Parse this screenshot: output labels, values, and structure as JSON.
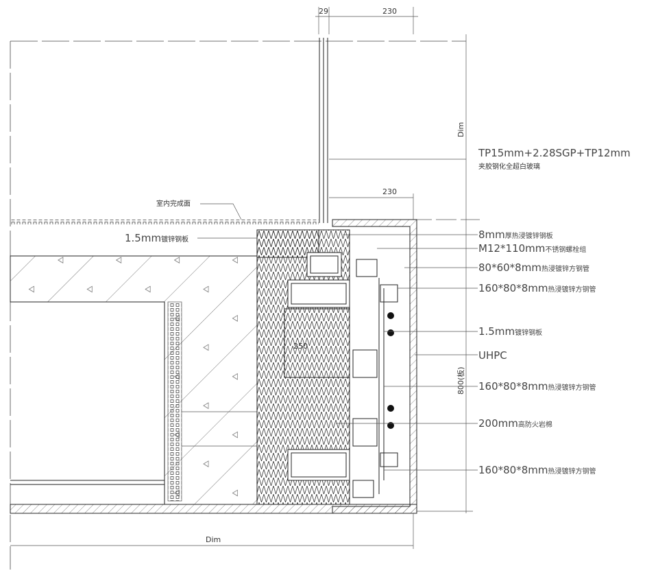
{
  "dimensions": {
    "top_left": "29",
    "top_right": "230",
    "glass_right": "230",
    "right_total": "Dim",
    "panel_height": "800(板)",
    "inner_width": "250",
    "bottom_total": "Dim"
  },
  "annotations": {
    "glass_spec": "TP15mm+2.28SGP+TP12mm",
    "glass_desc": "夹胶钢化全超白玻璃",
    "floor_finish": "室内完成面",
    "left_plate": {
      "size": "1.5mm",
      "desc": "镀锌钢板"
    },
    "callouts": [
      {
        "size": "8mm",
        "desc": "厚热浸镀锌钢板"
      },
      {
        "size": "M12*110mm",
        "desc": "不锈钢螺栓组"
      },
      {
        "size": "80*60*8mm",
        "desc": "热浸镀锌方钢管"
      },
      {
        "size": "160*80*8mm",
        "desc": "热浸镀锌方钢管"
      },
      {
        "size": "1.5mm",
        "desc": "镀锌钢板"
      },
      {
        "size": "UHPC",
        "desc": ""
      },
      {
        "size": "160*80*8mm",
        "desc": "热浸镀锌方钢管"
      },
      {
        "size": "200mm",
        "desc": "高防火岩棉"
      },
      {
        "size": "160*80*8mm",
        "desc": "热浸镀锌方钢管"
      }
    ]
  }
}
